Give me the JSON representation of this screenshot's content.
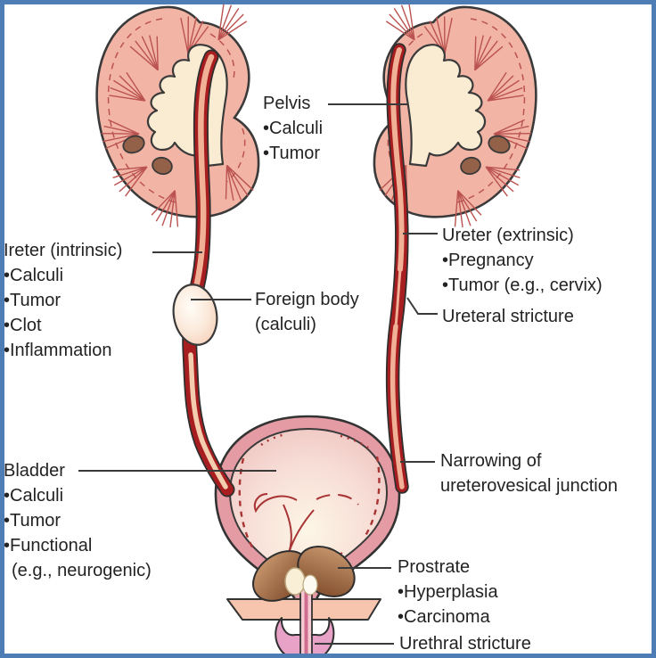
{
  "figure": {
    "description": "Causes of urinary tract obstruction diagram",
    "colors": {
      "frame_blue": "#4e7cb5",
      "leader_line": "#3a3a3a",
      "text": "#232323",
      "kidney_cortex": "#f2b5a5",
      "kidney_outline": "#3a3a3a",
      "medulla_red": "#bb5350",
      "renal_pelvis_cream": "#f9ecd3",
      "calyx_brown": "#936148",
      "ureter_vessel_red": "#a81d1f",
      "ureter_core_salmon": "#f0b196",
      "bladder_wall_pink": "#e59ba4",
      "bladder_inner": "#f6ddd6",
      "prostate_brown": "#a87a50",
      "diaphragm_band": "#f7c5ae",
      "bulb_pink": "#e8a2c7",
      "urethra_pink": "#f5c9d2"
    }
  },
  "labels": {
    "pelvis": {
      "title": "Pelvis",
      "items": [
        "•Calculi",
        "•Tumor"
      ]
    },
    "ureter_intrinsic": {
      "title": "Ireter (intrinsic)",
      "items": [
        "•Calculi",
        "•Tumor",
        "•Clot",
        "•Inflammation"
      ]
    },
    "foreign_body": {
      "line1": "Foreign body",
      "line2": "(calculi)"
    },
    "ureter_extrinsic": {
      "title": "Ureter (extrinsic)",
      "items": [
        "•Pregnancy",
        "•Tumor (e.g., cervix)"
      ]
    },
    "ureteral_stricture": {
      "title": "Ureteral stricture"
    },
    "bladder": {
      "title": "Bladder",
      "items": [
        "•Calculi",
        "•Tumor",
        "•Functional",
        "(e.g., neurogenic)"
      ]
    },
    "narrowing": {
      "line1": "Narrowing of",
      "line2": "ureterovesical junction"
    },
    "prostate": {
      "title": "Prostrate",
      "items": [
        "•Hyperplasia",
        "•Carcinoma"
      ]
    },
    "urethral_stricture": {
      "title": "Urethral stricture"
    }
  }
}
